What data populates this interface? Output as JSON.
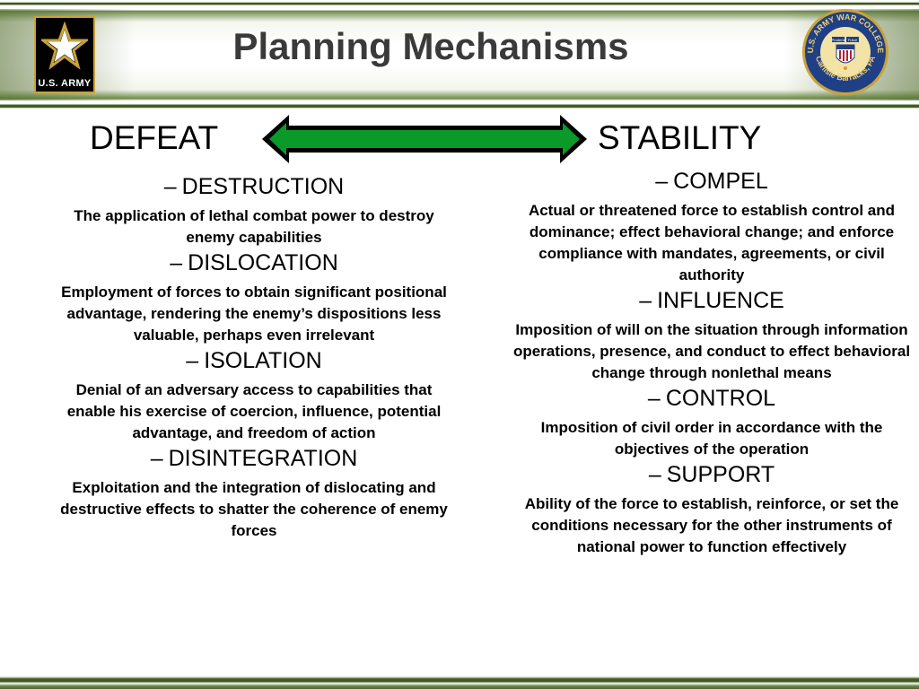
{
  "header": {
    "title": "Planning Mechanisms",
    "logo_text": "U.S. ARMY",
    "seal": {
      "top_text": "U.S. ARMY WAR COLLEGE",
      "bottom_text": "Carlisle Barracks, PA",
      "motto_left": "Prudens",
      "motto_right": "Futuri"
    }
  },
  "defeat": {
    "heading": "DEFEAT",
    "items": [
      {
        "title": "DESTRUCTION",
        "desc": "The application of lethal combat power to destroy enemy capabilities"
      },
      {
        "title": "DISLOCATION",
        "desc": "Employment of forces to obtain significant positional advantage, rendering the enemy’s dispositions less valuable, perhaps even irrelevant"
      },
      {
        "title": "ISOLATION",
        "desc": "Denial of an adversary access to capabilities that enable his exercise of coercion, influence, potential advantage, and freedom of action"
      },
      {
        "title": "DISINTEGRATION",
        "desc": "Exploitation and the integration of dislocating and destructive effects to shatter the coherence of enemy forces"
      }
    ]
  },
  "stability": {
    "heading": "STABILITY",
    "items": [
      {
        "title": "COMPEL",
        "desc": "Actual or threatened force to establish control and dominance; effect behavioral change; and enforce compliance with mandates, agreements, or civil authority"
      },
      {
        "title": "INFLUENCE",
        "desc": "Imposition of will on the situation through information operations, presence, and conduct to effect behavioral change through nonlethal means"
      },
      {
        "title": "CONTROL",
        "desc": "Imposition of civil order in accordance with the objectives of the operation"
      },
      {
        "title": "SUPPORT",
        "desc": "Ability of the force to establish, reinforce, or set the conditions necessary for the other instruments of national power to function effectively"
      }
    ]
  },
  "list_marker": "–",
  "colors": {
    "arrow_fill": "#0a9a2a",
    "title_color": "#3a3a3a",
    "banner_green": "#3f5a1f"
  }
}
